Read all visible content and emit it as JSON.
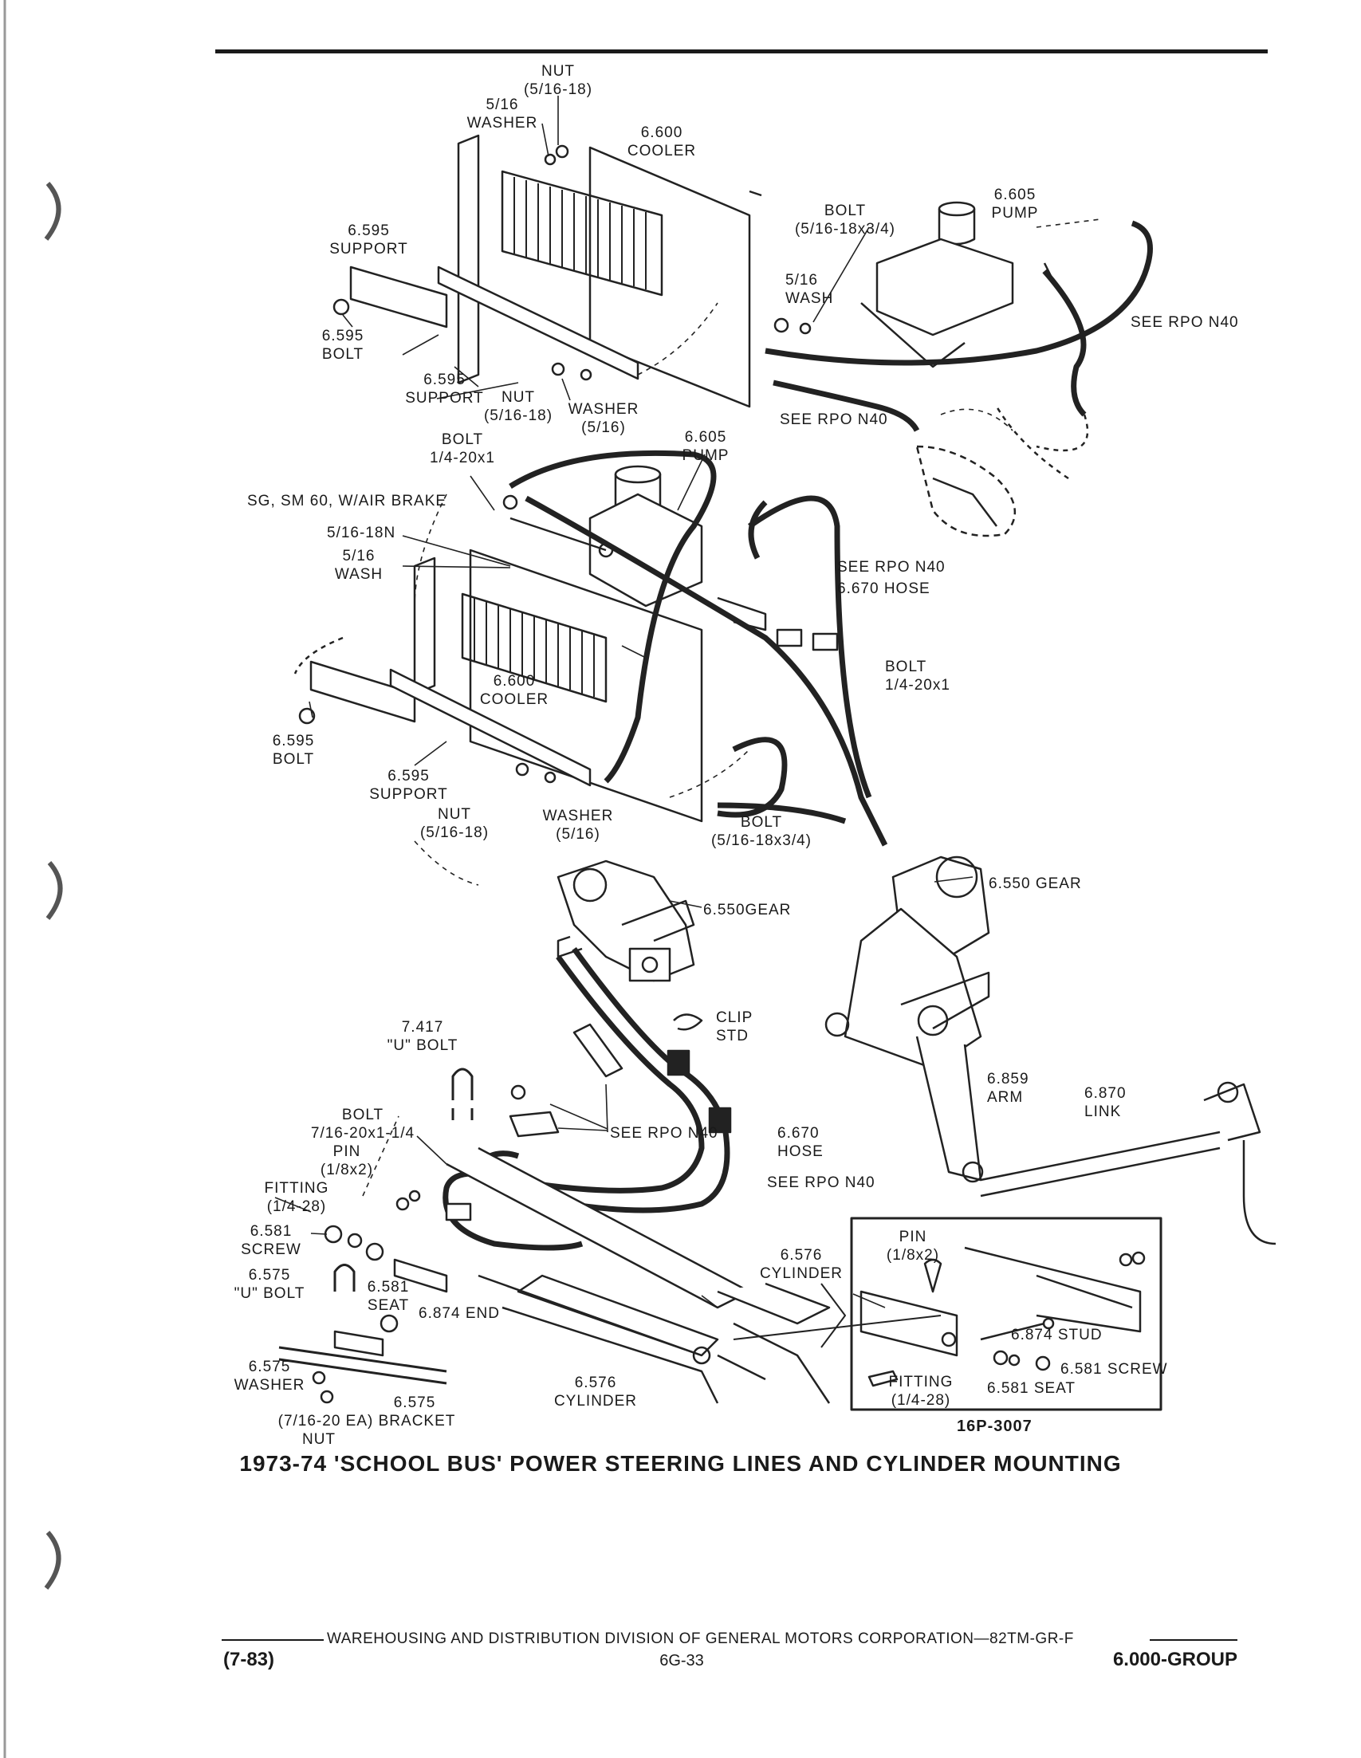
{
  "labels": {
    "nut_top": [
      "NUT",
      "(5/16-18)"
    ],
    "washer_top": [
      "5/16",
      "WASHER"
    ],
    "cooler_top": [
      "6.600",
      "COOLER"
    ],
    "pump_top": [
      "6.605",
      "PUMP"
    ],
    "bolt_top": [
      "BOLT",
      "(5/16-18x3/4)"
    ],
    "wash_top": [
      "5/16",
      "WASH"
    ],
    "rpo_top_right": "SEE RPO N40",
    "support_top": [
      "6.595",
      "SUPPORT"
    ],
    "bolt_595_top": [
      "6.595",
      "BOLT"
    ],
    "support_595_mid": [
      "6.595",
      "SUPPORT"
    ],
    "nut_mid": [
      "NUT",
      "(5/16-18)"
    ],
    "washer_mid": [
      "WASHER",
      "(5/16)"
    ],
    "rpo_mid": "SEE RPO N40",
    "pump_mid": [
      "6.605",
      "PUMP"
    ],
    "bolt_quarter": [
      "BOLT",
      "1/4-20x1"
    ],
    "sg_sm60": "SG, SM 60, W/AIR BRAKE",
    "n5_16_18": "5/16-18N",
    "wash_mid": [
      "5/16",
      "WASH"
    ],
    "hose_rpo": [
      "SEE RPO N40",
      "6.670 HOSE"
    ],
    "bolt_quarter_right": [
      "BOLT",
      "1/4-20x1"
    ],
    "cooler_mid": [
      "6.600",
      "COOLER"
    ],
    "bolt_595_mid": [
      "6.595",
      "BOLT"
    ],
    "support_595_low": [
      "6.595",
      "SUPPORT"
    ],
    "nut_low": [
      "NUT",
      "(5/16-18)"
    ],
    "washer_low": [
      "WASHER",
      "(5/16)"
    ],
    "bolt_low": [
      "BOLT",
      "(5/16-18x3/4)"
    ],
    "gear_right": "6.550 GEAR",
    "gear_center": "6.550GEAR",
    "clip": [
      "CLIP",
      "STD"
    ],
    "ubolt_7417": [
      "7.417",
      "\"U\" BOLT"
    ],
    "arm": [
      "6.859",
      "ARM"
    ],
    "link": [
      "6.870",
      "LINK"
    ],
    "bolt_7_16": [
      "BOLT",
      "7/16-20x1-1/4"
    ],
    "pin_left": [
      "PIN",
      "(1/8x2)"
    ],
    "rpo_hose_center": "SEE RPO N40",
    "hose_670": [
      "6.670",
      "HOSE"
    ],
    "rpo_low": "SEE RPO N40",
    "fitting_left": [
      "FITTING",
      "(1/4-28)"
    ],
    "screw_581": [
      "6.581",
      "SCREW"
    ],
    "ubolt_575": [
      "6.575",
      "\"U\" BOLT"
    ],
    "seat_581": [
      "6.581",
      "SEAT"
    ],
    "end_874": "6.874 END",
    "cylinder_right": [
      "6.576",
      "CYLINDER"
    ],
    "washer_575": [
      "6.575",
      "WASHER"
    ],
    "bracket_575": [
      "6.575",
      "(7/16-20 EA) BRACKET"
    ],
    "nut_575": "NUT",
    "cylinder_low": [
      "6.576",
      "CYLINDER"
    ],
    "inset_pin": [
      "PIN",
      "(1/8x2)"
    ],
    "inset_stud": "6.874 STUD",
    "inset_screw": "6.581 SCREW",
    "inset_fitting": [
      "FITTING",
      "(1/4-28)"
    ],
    "inset_seat": "6.581 SEAT",
    "figure_code": "16P-3007"
  },
  "title": "1973-74 'SCHOOL BUS' POWER STEERING LINES AND CYLINDER MOUNTING",
  "footer": {
    "line": "WAREHOUSING AND DISTRIBUTION  DIVISION OF GENERAL MOTORS CORPORATION—82TM-GR-F",
    "left": "(7-83)",
    "center": "6G-33",
    "right": "6.000-GROUP"
  }
}
